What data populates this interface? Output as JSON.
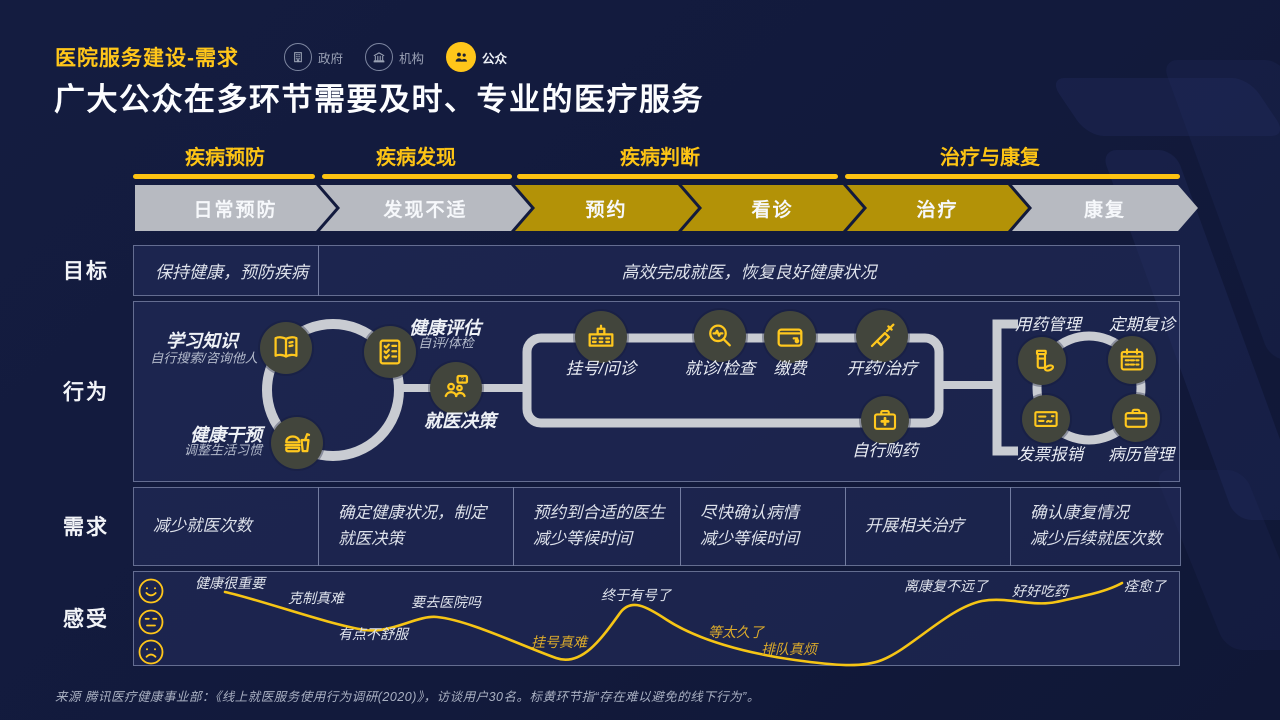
{
  "page": {
    "kicker": "医院服务建设-需求",
    "main_title": "广大公众在多环节需要及时、专业的医疗服务",
    "source": "来源 腾讯医疗健康事业部：《线上就医服务使用行为调研(2020)》，访谈用户30名。标黄环节指“存在难以避免的线下行为”。"
  },
  "legend": {
    "items": [
      {
        "icon": "government-building-icon",
        "label": "政府",
        "active": false
      },
      {
        "icon": "institution-icon",
        "label": "机构",
        "active": false
      },
      {
        "icon": "public-people-icon",
        "label": "公众",
        "active": true
      }
    ]
  },
  "stages": [
    {
      "label": "疾病预防"
    },
    {
      "label": "疾病发现"
    },
    {
      "label": "疾病判断"
    },
    {
      "label": "治疗与康复"
    }
  ],
  "steps": [
    {
      "label": "日常预防",
      "highlight": false
    },
    {
      "label": "发现不适",
      "highlight": false
    },
    {
      "label": "预约",
      "highlight": true
    },
    {
      "label": "看诊",
      "highlight": true
    },
    {
      "label": "治疗",
      "highlight": true
    },
    {
      "label": "康复",
      "highlight": false
    }
  ],
  "row_labels": {
    "goal": "目标",
    "behavior": "行为",
    "needs": "需求",
    "feelings": "感受"
  },
  "goal": {
    "cells": [
      "保持健康，预防疾病",
      "高效完成就医，恢复良好健康状况"
    ]
  },
  "behavior": {
    "nodes": [
      {
        "id": "learn",
        "icon": "book-icon",
        "label": "学习知识",
        "sub": "自行搜索/咨询他人"
      },
      {
        "id": "assess",
        "icon": "checklist-icon",
        "label": "健康评估",
        "sub": "自评/体检"
      },
      {
        "id": "intervene",
        "icon": "food-icon",
        "label": "健康干预",
        "sub": "调整生活习惯"
      },
      {
        "id": "decide",
        "icon": "decision-icon",
        "label": "就医决策"
      },
      {
        "id": "register",
        "icon": "hospital-icon",
        "label": "挂号/问诊"
      },
      {
        "id": "exam",
        "icon": "magnifier-pulse-icon",
        "label": "就诊/检查"
      },
      {
        "id": "pay",
        "icon": "wallet-icon",
        "label": "缴费"
      },
      {
        "id": "prescribe",
        "icon": "syringe-icon",
        "label": "开药/治疗"
      },
      {
        "id": "selfbuy",
        "icon": "first-aid-kit-icon",
        "label": "自行购药"
      },
      {
        "id": "medmgmt",
        "icon": "pill-bottle-icon",
        "label": "用药管理"
      },
      {
        "id": "revisit",
        "icon": "calendar-icon",
        "label": "定期复诊"
      },
      {
        "id": "invoice",
        "icon": "invoice-icon",
        "label": "发票报销"
      },
      {
        "id": "records",
        "icon": "briefcase-icon",
        "label": "病历管理"
      }
    ]
  },
  "needs": {
    "cells": [
      [
        "减少就医次数"
      ],
      [
        "确定健康状况，制定",
        "就医决策"
      ],
      [
        "预约到合适的医生",
        "减少等候时间"
      ],
      [
        "尽快确认病情",
        "减少等候时间"
      ],
      [
        "开展相关治疗"
      ],
      [
        "确认康复情况",
        "减少后续就医次数"
      ]
    ]
  },
  "feelings": {
    "emojis": [
      {
        "icon": "happy-face-icon"
      },
      {
        "icon": "neutral-face-icon"
      },
      {
        "icon": "sad-face-icon"
      }
    ],
    "labels": [
      {
        "text": "健康很重要",
        "tone": "white"
      },
      {
        "text": "克制真难",
        "tone": "white"
      },
      {
        "text": "有点不舒服",
        "tone": "white"
      },
      {
        "text": "要去医院吗",
        "tone": "white"
      },
      {
        "text": "挂号真难",
        "tone": "yellow"
      },
      {
        "text": "终于有号了",
        "tone": "white"
      },
      {
        "text": "等太久了",
        "tone": "yellow"
      },
      {
        "text": "排队真烦",
        "tone": "yellow"
      },
      {
        "text": "离康复不远了",
        "tone": "white"
      },
      {
        "text": "好好吃药",
        "tone": "white"
      },
      {
        "text": "痊愈了",
        "tone": "white"
      }
    ]
  },
  "colors": {
    "accent_yellow": "#ffc61a",
    "chevron_gold": "#b39207",
    "chevron_gray": "#b7bac1",
    "track_gray": "#c9ccd2",
    "node_bg": "#42453c",
    "icon_yellow": "#ffc81e",
    "curve_yellow": "#f6c515"
  }
}
